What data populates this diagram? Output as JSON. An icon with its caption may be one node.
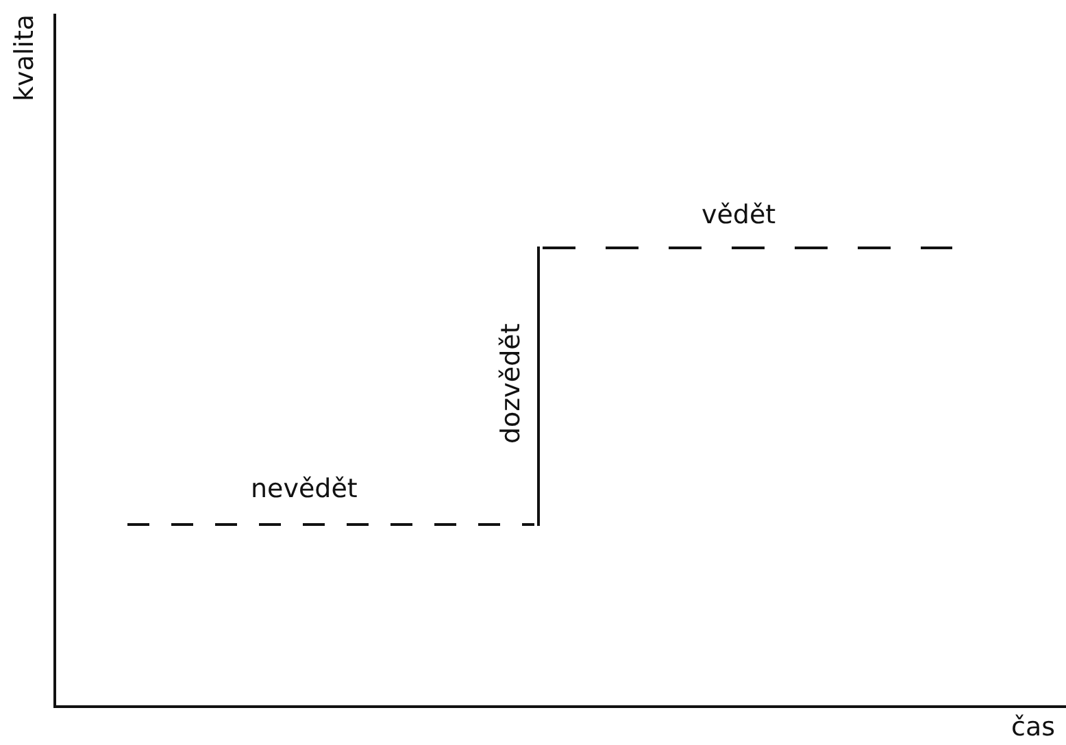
{
  "diagram": {
    "labels": [
      "kvalita",
      "vědět",
      "dozvědět",
      "nevědět",
      "čas"
    ]
  }
}
